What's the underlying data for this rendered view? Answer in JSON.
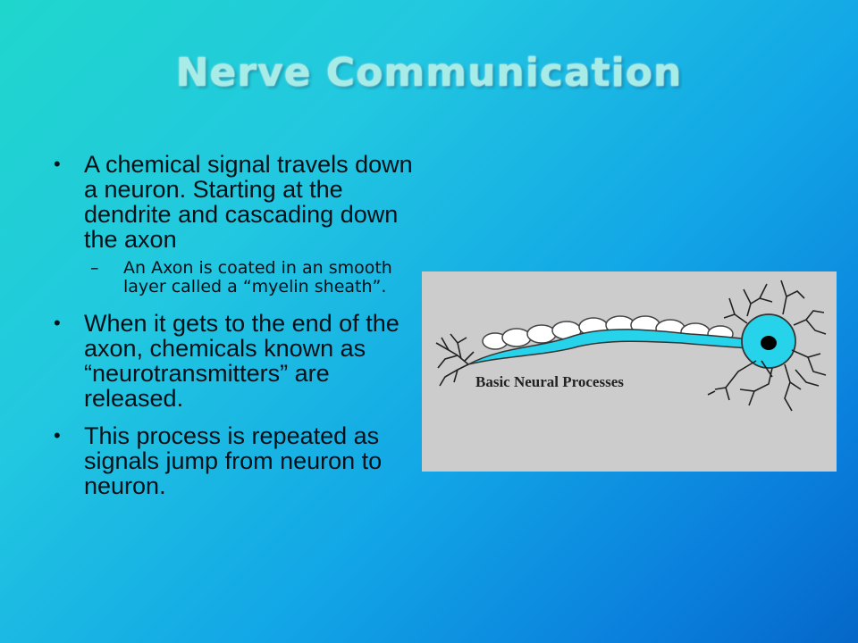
{
  "slide": {
    "title": "Nerve Communication",
    "bullets": [
      {
        "text": "A chemical signal travels down a neuron. Starting at the dendrite and cascading down the axon",
        "sub": "An Axon is coated in an smooth layer called a “myelin sheath”."
      },
      {
        "text": "When it gets to the end of the axon, chemicals known as “neurotransmitters” are released."
      },
      {
        "text": "This process is repeated as signals jump from neuron to neuron."
      }
    ],
    "bullet_glyph": "•",
    "sub_glyph": "–"
  },
  "figure": {
    "caption": "Basic Neural Processes",
    "background": "#cccccc",
    "axon_color": "#27d3eb"
  }
}
